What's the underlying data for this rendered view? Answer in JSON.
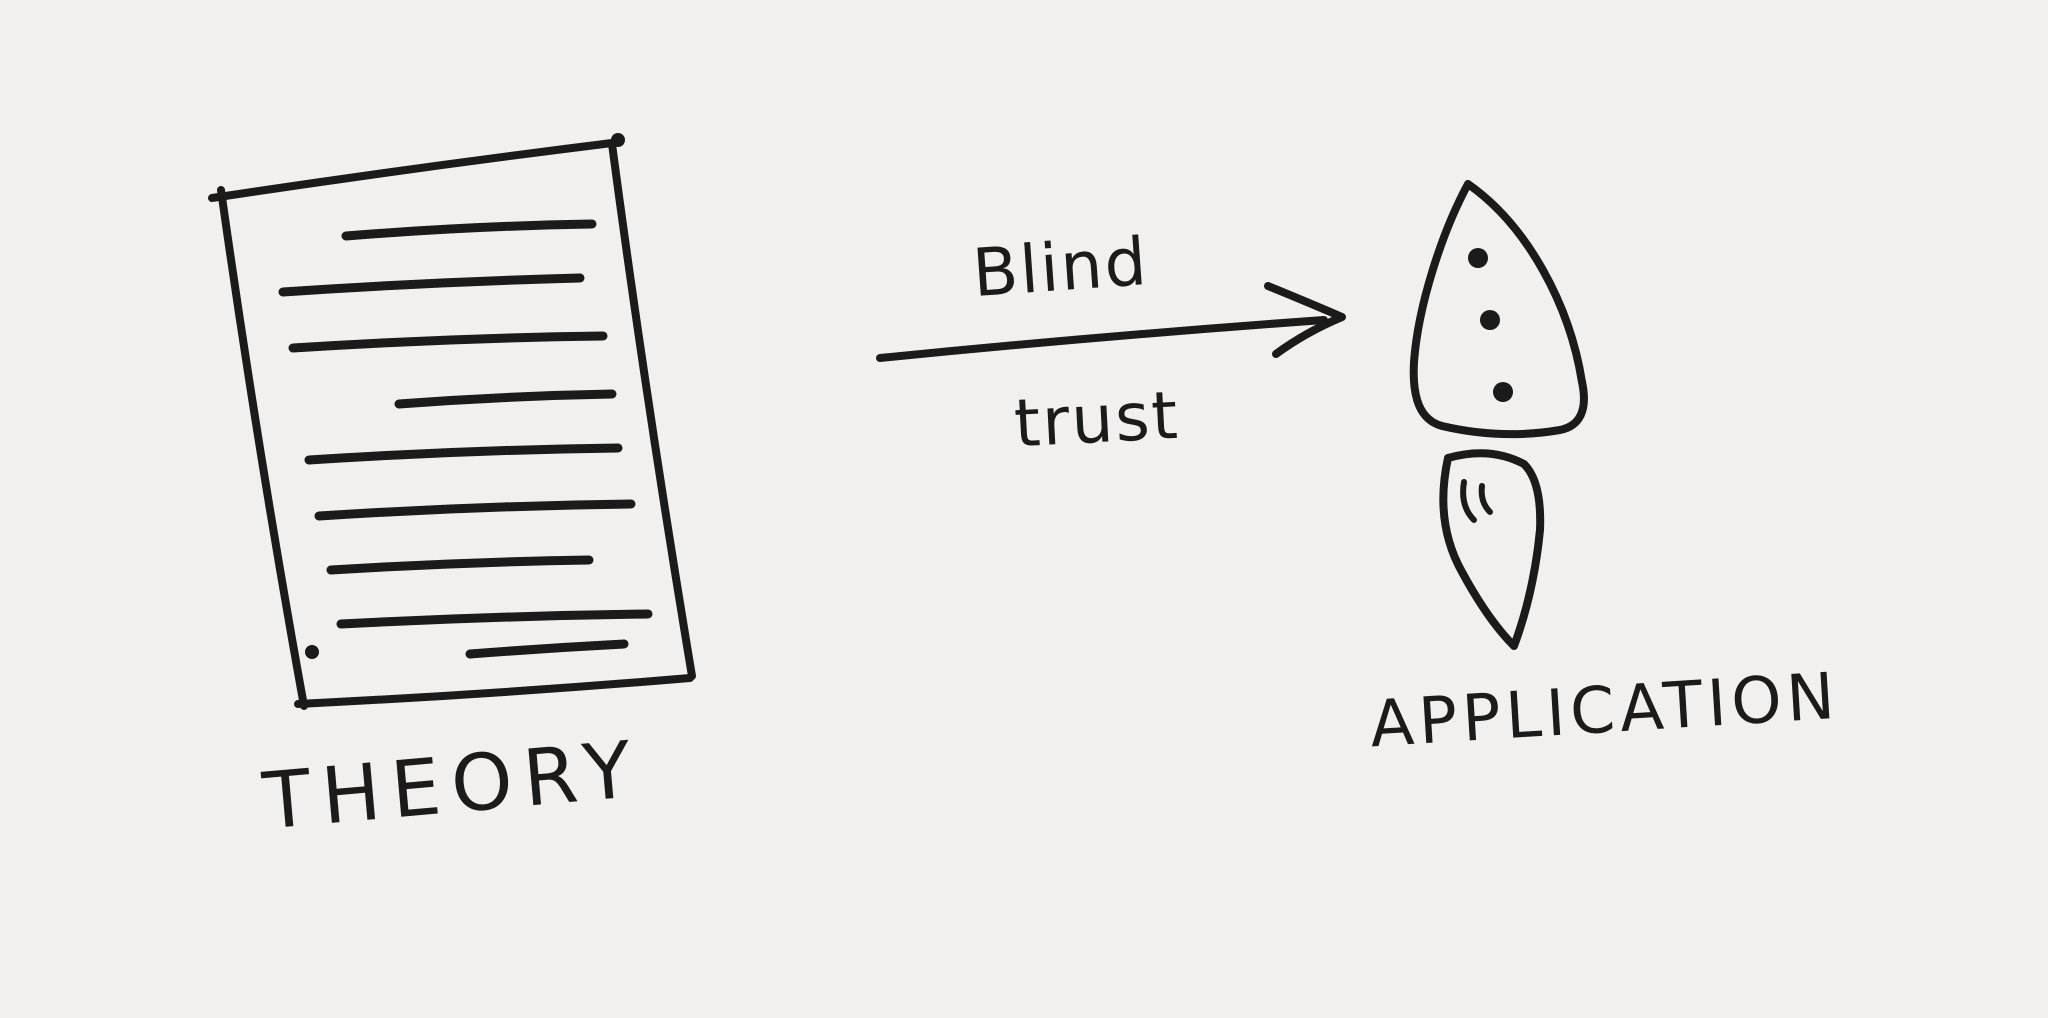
{
  "canvas": {
    "background_color": "#f1f0ee",
    "ink_color": "#1b1b1b",
    "style": "hand-drawn ink sketch on off-white paper"
  },
  "diagram": {
    "type": "flow-sketch",
    "nodes": [
      {
        "id": "theory",
        "label": "THEORY",
        "shape": "document-with-text-lines"
      },
      {
        "id": "application",
        "label": "APPLICATION",
        "shape": "rocket-with-flame"
      }
    ],
    "edge": {
      "from": "theory",
      "to": "application",
      "direction": "right",
      "label_top": "Blind",
      "label_bottom": "trust"
    }
  }
}
